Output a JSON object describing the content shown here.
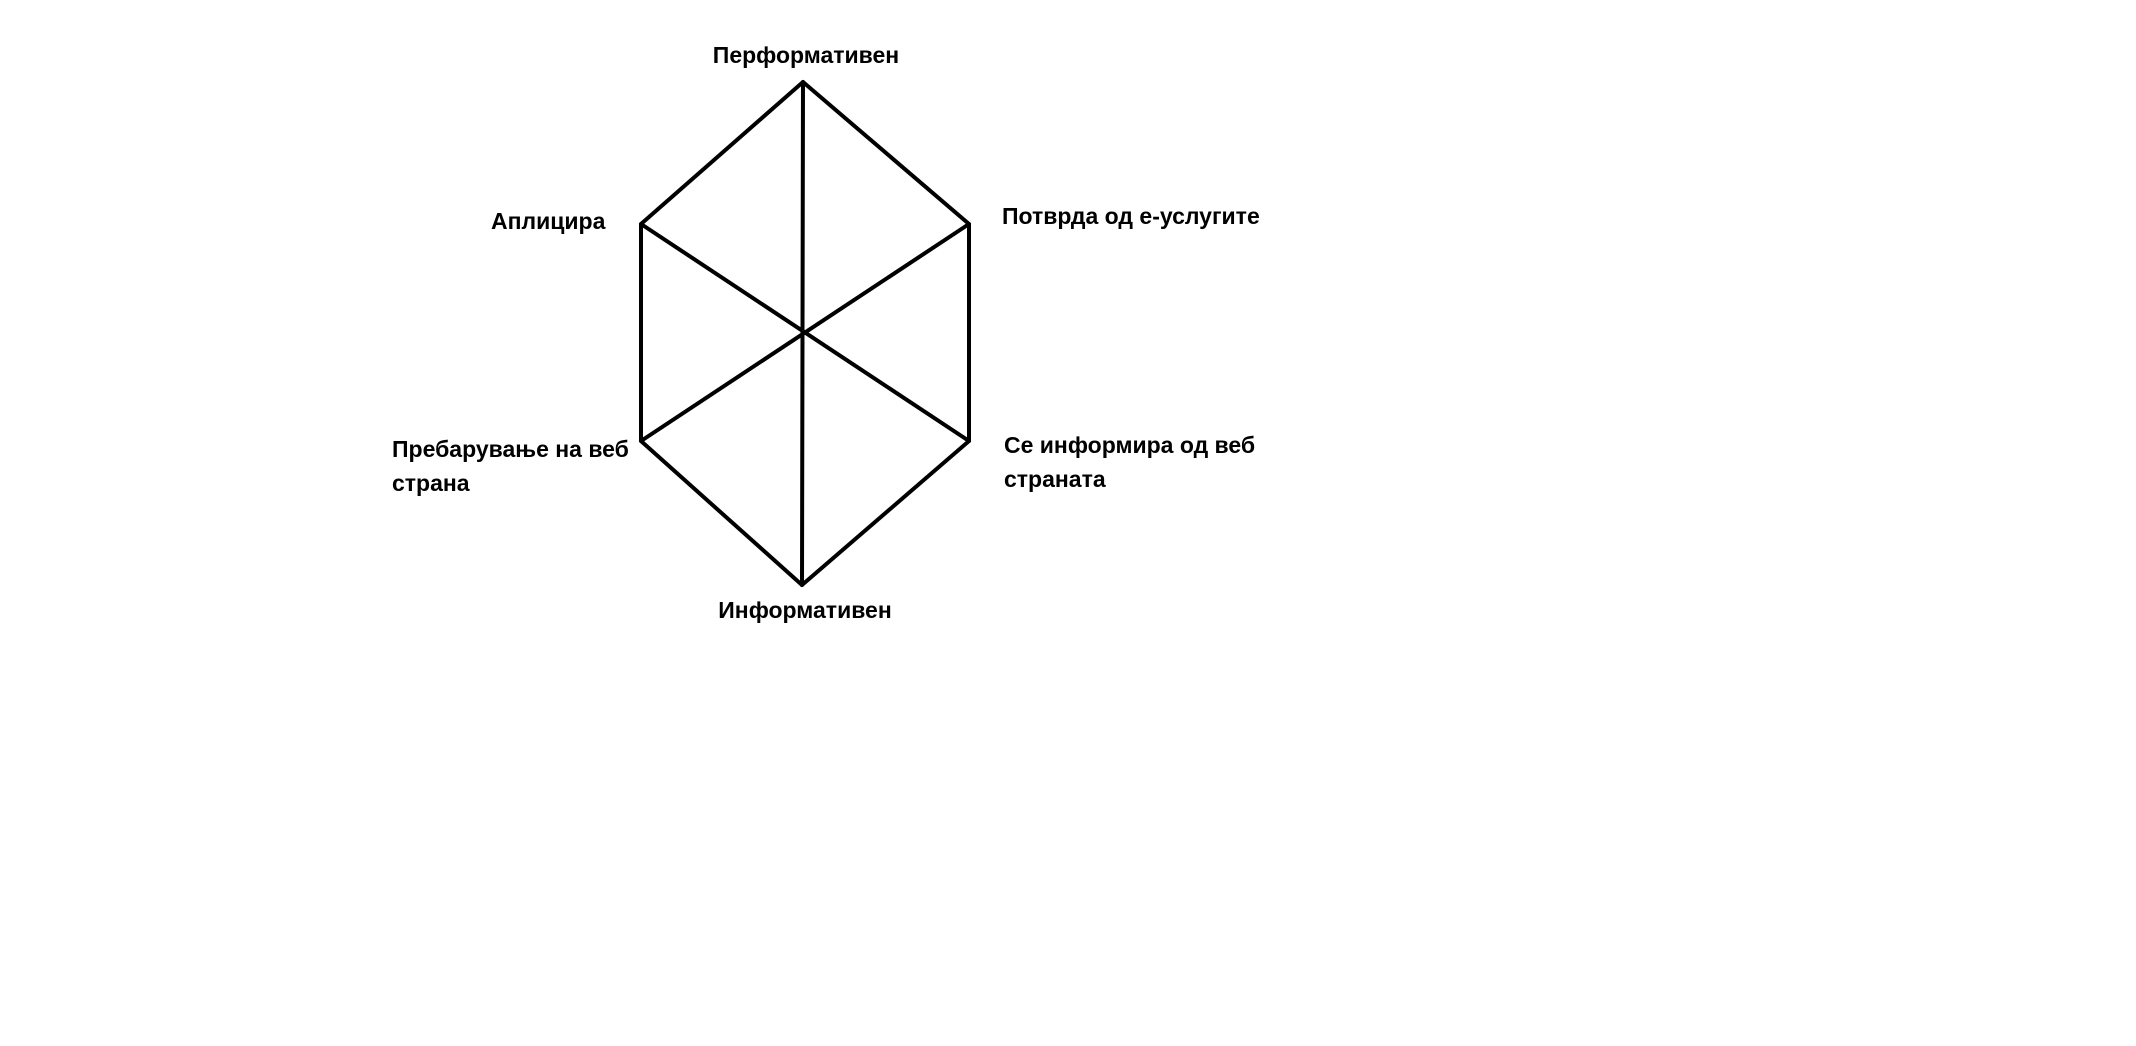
{
  "diagram": {
    "labels": {
      "top": "Перформативен",
      "upper_left": "Аплицира",
      "upper_right": "Потврда од е-услугите",
      "lower_left_line1": "Пребарување на веб",
      "lower_left_line2": "страна",
      "lower_right_line1": "Се информира од веб",
      "lower_right_line2": "страната",
      "bottom": "Информативен"
    },
    "stroke_color": "#000000"
  }
}
